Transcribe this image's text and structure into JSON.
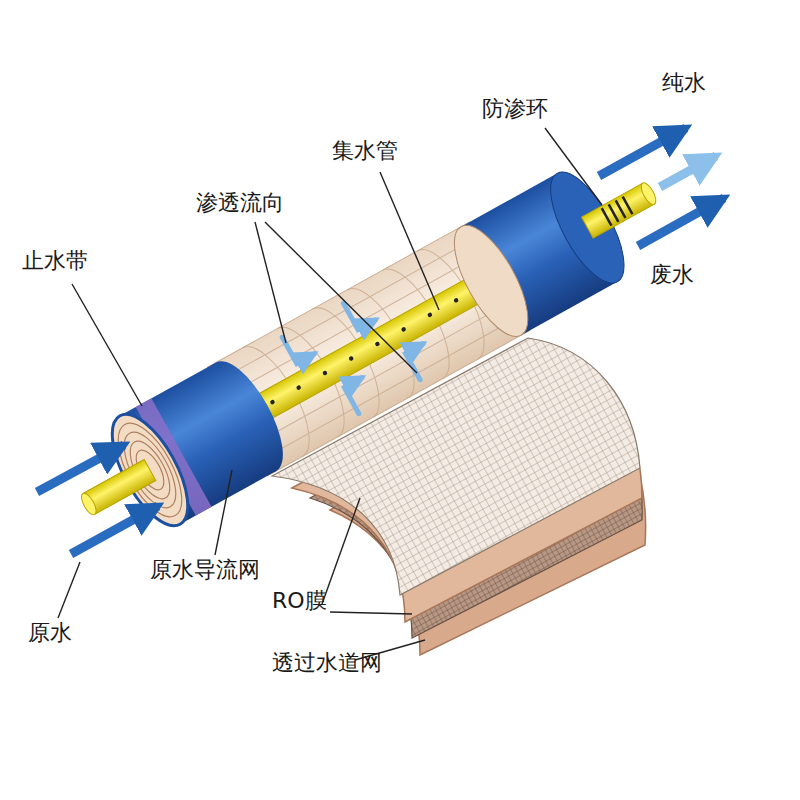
{
  "diagram": {
    "labels": [
      "止水带",
      "渗透流向",
      "集水管",
      "防渗环",
      "纯水",
      "废水",
      "原水导流网",
      "原水",
      "RO膜",
      "透过水道网"
    ]
  }
}
